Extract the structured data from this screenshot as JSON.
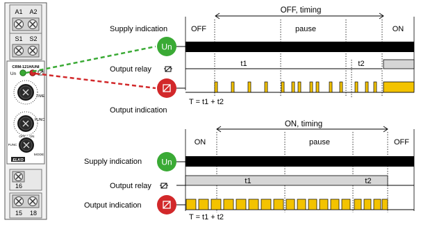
{
  "device": {
    "model": "CRM-121H/UNI",
    "terminals_top_row1": [
      "A1",
      "A2"
    ],
    "terminals_top_row2": [
      "S1",
      "S2"
    ],
    "terminal_mid": "16",
    "terminals_bottom": [
      "15",
      "18"
    ],
    "led_un": "Un",
    "knob_labels": [
      "TIME",
      "FUNC",
      "MODE",
      "OFF",
      "ON"
    ],
    "brand": "ELKO"
  },
  "colors": {
    "green": "#3aaa35",
    "red": "#d2282a",
    "yellow": "#f3c300",
    "gray_fill": "#d6d6d6",
    "black": "#000000"
  },
  "top_diagram": {
    "timing_label": "OFF, timing",
    "state_left": "OFF",
    "state_right": "ON",
    "pause": "pause",
    "supply_label": "Supply indication",
    "supply_badge": "Un",
    "relay_label": "Output relay",
    "t1": "t1",
    "t2": "t2",
    "output_label": "Output indication",
    "formula": "T = t1 + t2"
  },
  "bottom_diagram": {
    "timing_label": "ON, timing",
    "state_left": "ON",
    "state_right": "OFF",
    "pause": "pause",
    "supply_label": "Supply indication",
    "supply_badge": "Un",
    "relay_label": "Output relay",
    "t1": "t1",
    "t2": "t2",
    "output_label": "Output indication",
    "formula": "T = t1 + t2"
  }
}
